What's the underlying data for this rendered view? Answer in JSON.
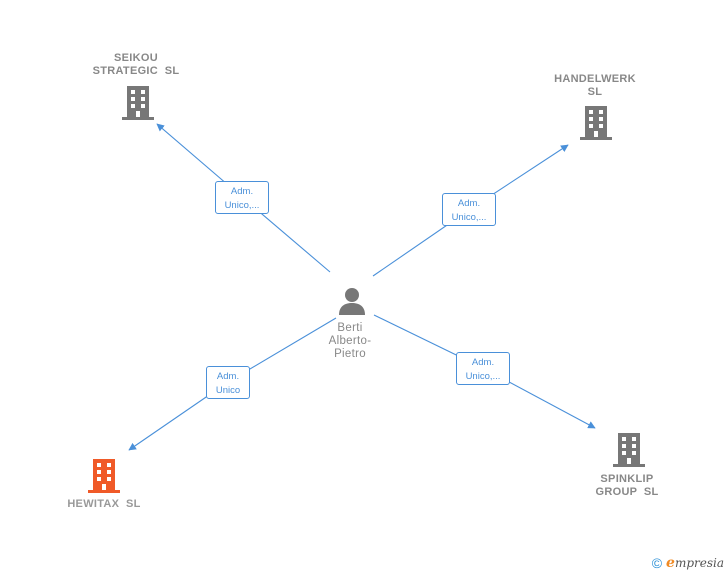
{
  "person": {
    "name_lines": [
      "Berti",
      "Alberto-",
      "Pietro"
    ],
    "icon": "person-icon"
  },
  "companies": [
    {
      "id": "seikou",
      "name_lines": [
        "SEIKOU",
        "STRATEGIC  SL"
      ],
      "icon": "building-icon",
      "color": "#777777"
    },
    {
      "id": "handelwerk",
      "name_lines": [
        "HANDELWERK",
        "SL"
      ],
      "icon": "building-icon",
      "color": "#777777"
    },
    {
      "id": "hewitax",
      "name_lines": [
        "HEWITAX  SL"
      ],
      "icon": "building-icon",
      "color": "#f05a28"
    },
    {
      "id": "spinklip",
      "name_lines": [
        "SPINKLIP",
        "GROUP  SL"
      ],
      "icon": "building-icon",
      "color": "#777777"
    }
  ],
  "roles": [
    {
      "to": "seikou",
      "lines": [
        "Adm.",
        "Unico,..."
      ]
    },
    {
      "to": "handelwerk",
      "lines": [
        "Adm.",
        "Unico,..."
      ]
    },
    {
      "to": "hewitax",
      "lines": [
        "Adm.",
        "Unico"
      ]
    },
    {
      "to": "spinklip",
      "lines": [
        "Adm.",
        "Unico,..."
      ]
    }
  ],
  "colors": {
    "edge": "#4a90d9",
    "building": "#777777",
    "highlight": "#f05a28",
    "person": "#777777"
  },
  "footer": {
    "copyright_symbol": "©",
    "brand_initial": "e",
    "brand_rest": "mpresia"
  }
}
